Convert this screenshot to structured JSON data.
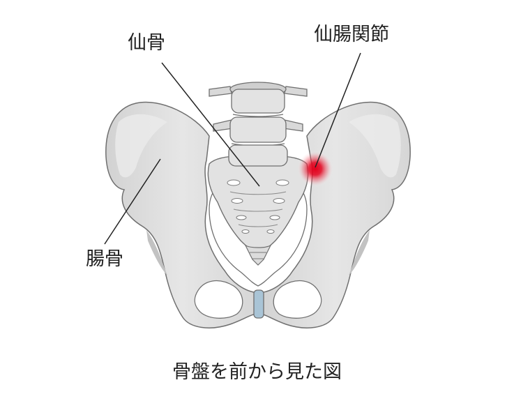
{
  "labels": {
    "sacrum": "仙骨",
    "sacroiliac_joint": "仙腸関節",
    "ilium": "腸骨"
  },
  "caption": "骨盤を前から見た図",
  "colors": {
    "bone_fill": "#dedede",
    "bone_light": "#ececec",
    "bone_shadow": "#c4c4c4",
    "bone_stroke": "#6f6f6f",
    "pubic_disc": "#a9c4d6",
    "pain_marker": "#e3001b",
    "leader_line": "#222222"
  }
}
